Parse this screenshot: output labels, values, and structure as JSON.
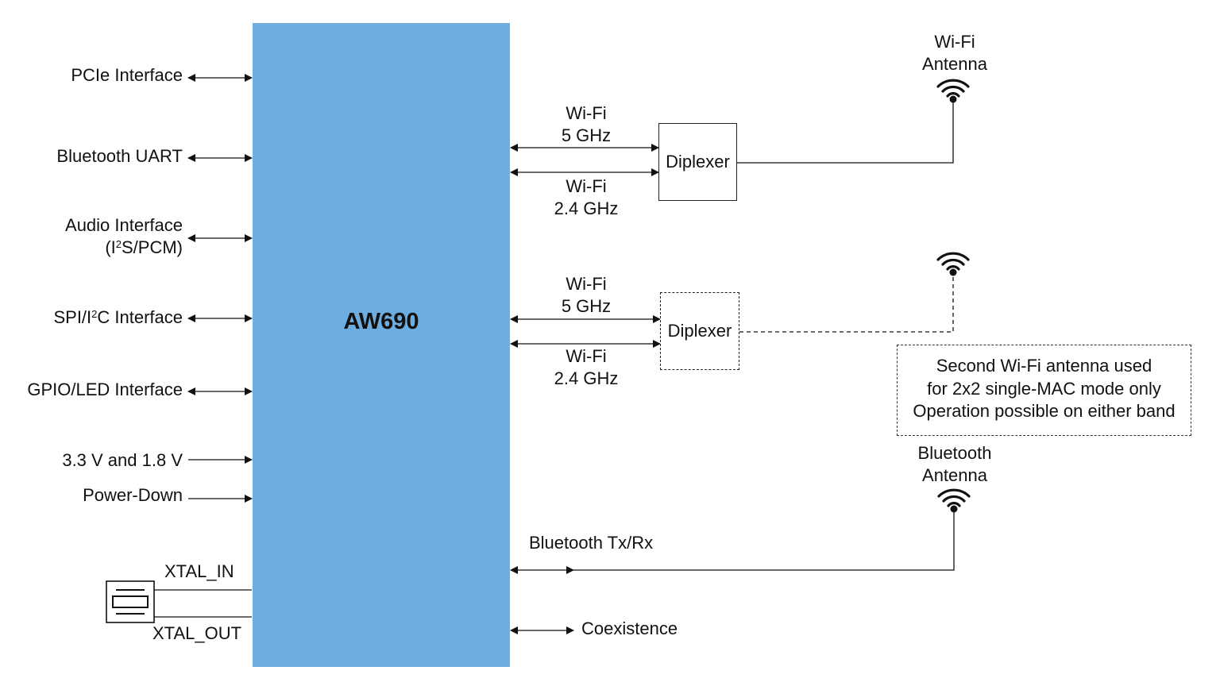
{
  "diagram": {
    "chip": {
      "name": "AW690",
      "fill_color": "#6eaddf"
    },
    "left_interfaces": [
      {
        "label": "PCIe Interface",
        "direction": "bidirectional"
      },
      {
        "label": "Bluetooth UART",
        "direction": "bidirectional"
      },
      {
        "label_line1": "Audio Interface",
        "label_line2_pre": "(I",
        "label_line2_sup": "2",
        "label_line2_post": "S/PCM)",
        "direction": "bidirectional"
      },
      {
        "label_pre": "SPI/I",
        "label_sup": "2",
        "label_post": "C Interface",
        "direction": "bidirectional"
      },
      {
        "label": "GPIO/LED Interface",
        "direction": "bidirectional"
      },
      {
        "label": "3.3 V and 1.8 V",
        "direction": "input"
      },
      {
        "label": "Power-Down",
        "direction": "input"
      }
    ],
    "crystal": {
      "in_label": "XTAL_IN",
      "out_label": "XTAL_OUT",
      "icon": "crystal-oscillator-icon"
    },
    "wifi_path_1": {
      "band_a_line1": "Wi-Fi",
      "band_a_line2": "5 GHz",
      "band_b_line1": "Wi-Fi",
      "band_b_line2": "2.4 GHz",
      "diplexer": "Diplexer",
      "antenna_line1": "Wi-Fi",
      "antenna_line2": "Antenna",
      "style": "solid"
    },
    "wifi_path_2": {
      "band_a_line1": "Wi-Fi",
      "band_a_line2": "5 GHz",
      "band_b_line1": "Wi-Fi",
      "band_b_line2": "2.4 GHz",
      "diplexer": "Diplexer",
      "style": "dashed"
    },
    "note": {
      "line1": "Second Wi-Fi antenna used",
      "line2": "for 2x2 single-MAC mode only",
      "line3": "Operation possible on either band"
    },
    "bluetooth": {
      "link_label": "Bluetooth Tx/Rx",
      "antenna_line1": "Bluetooth",
      "antenna_line2": "Antenna"
    },
    "coexistence": {
      "label": "Coexistence",
      "direction": "bidirectional"
    }
  }
}
